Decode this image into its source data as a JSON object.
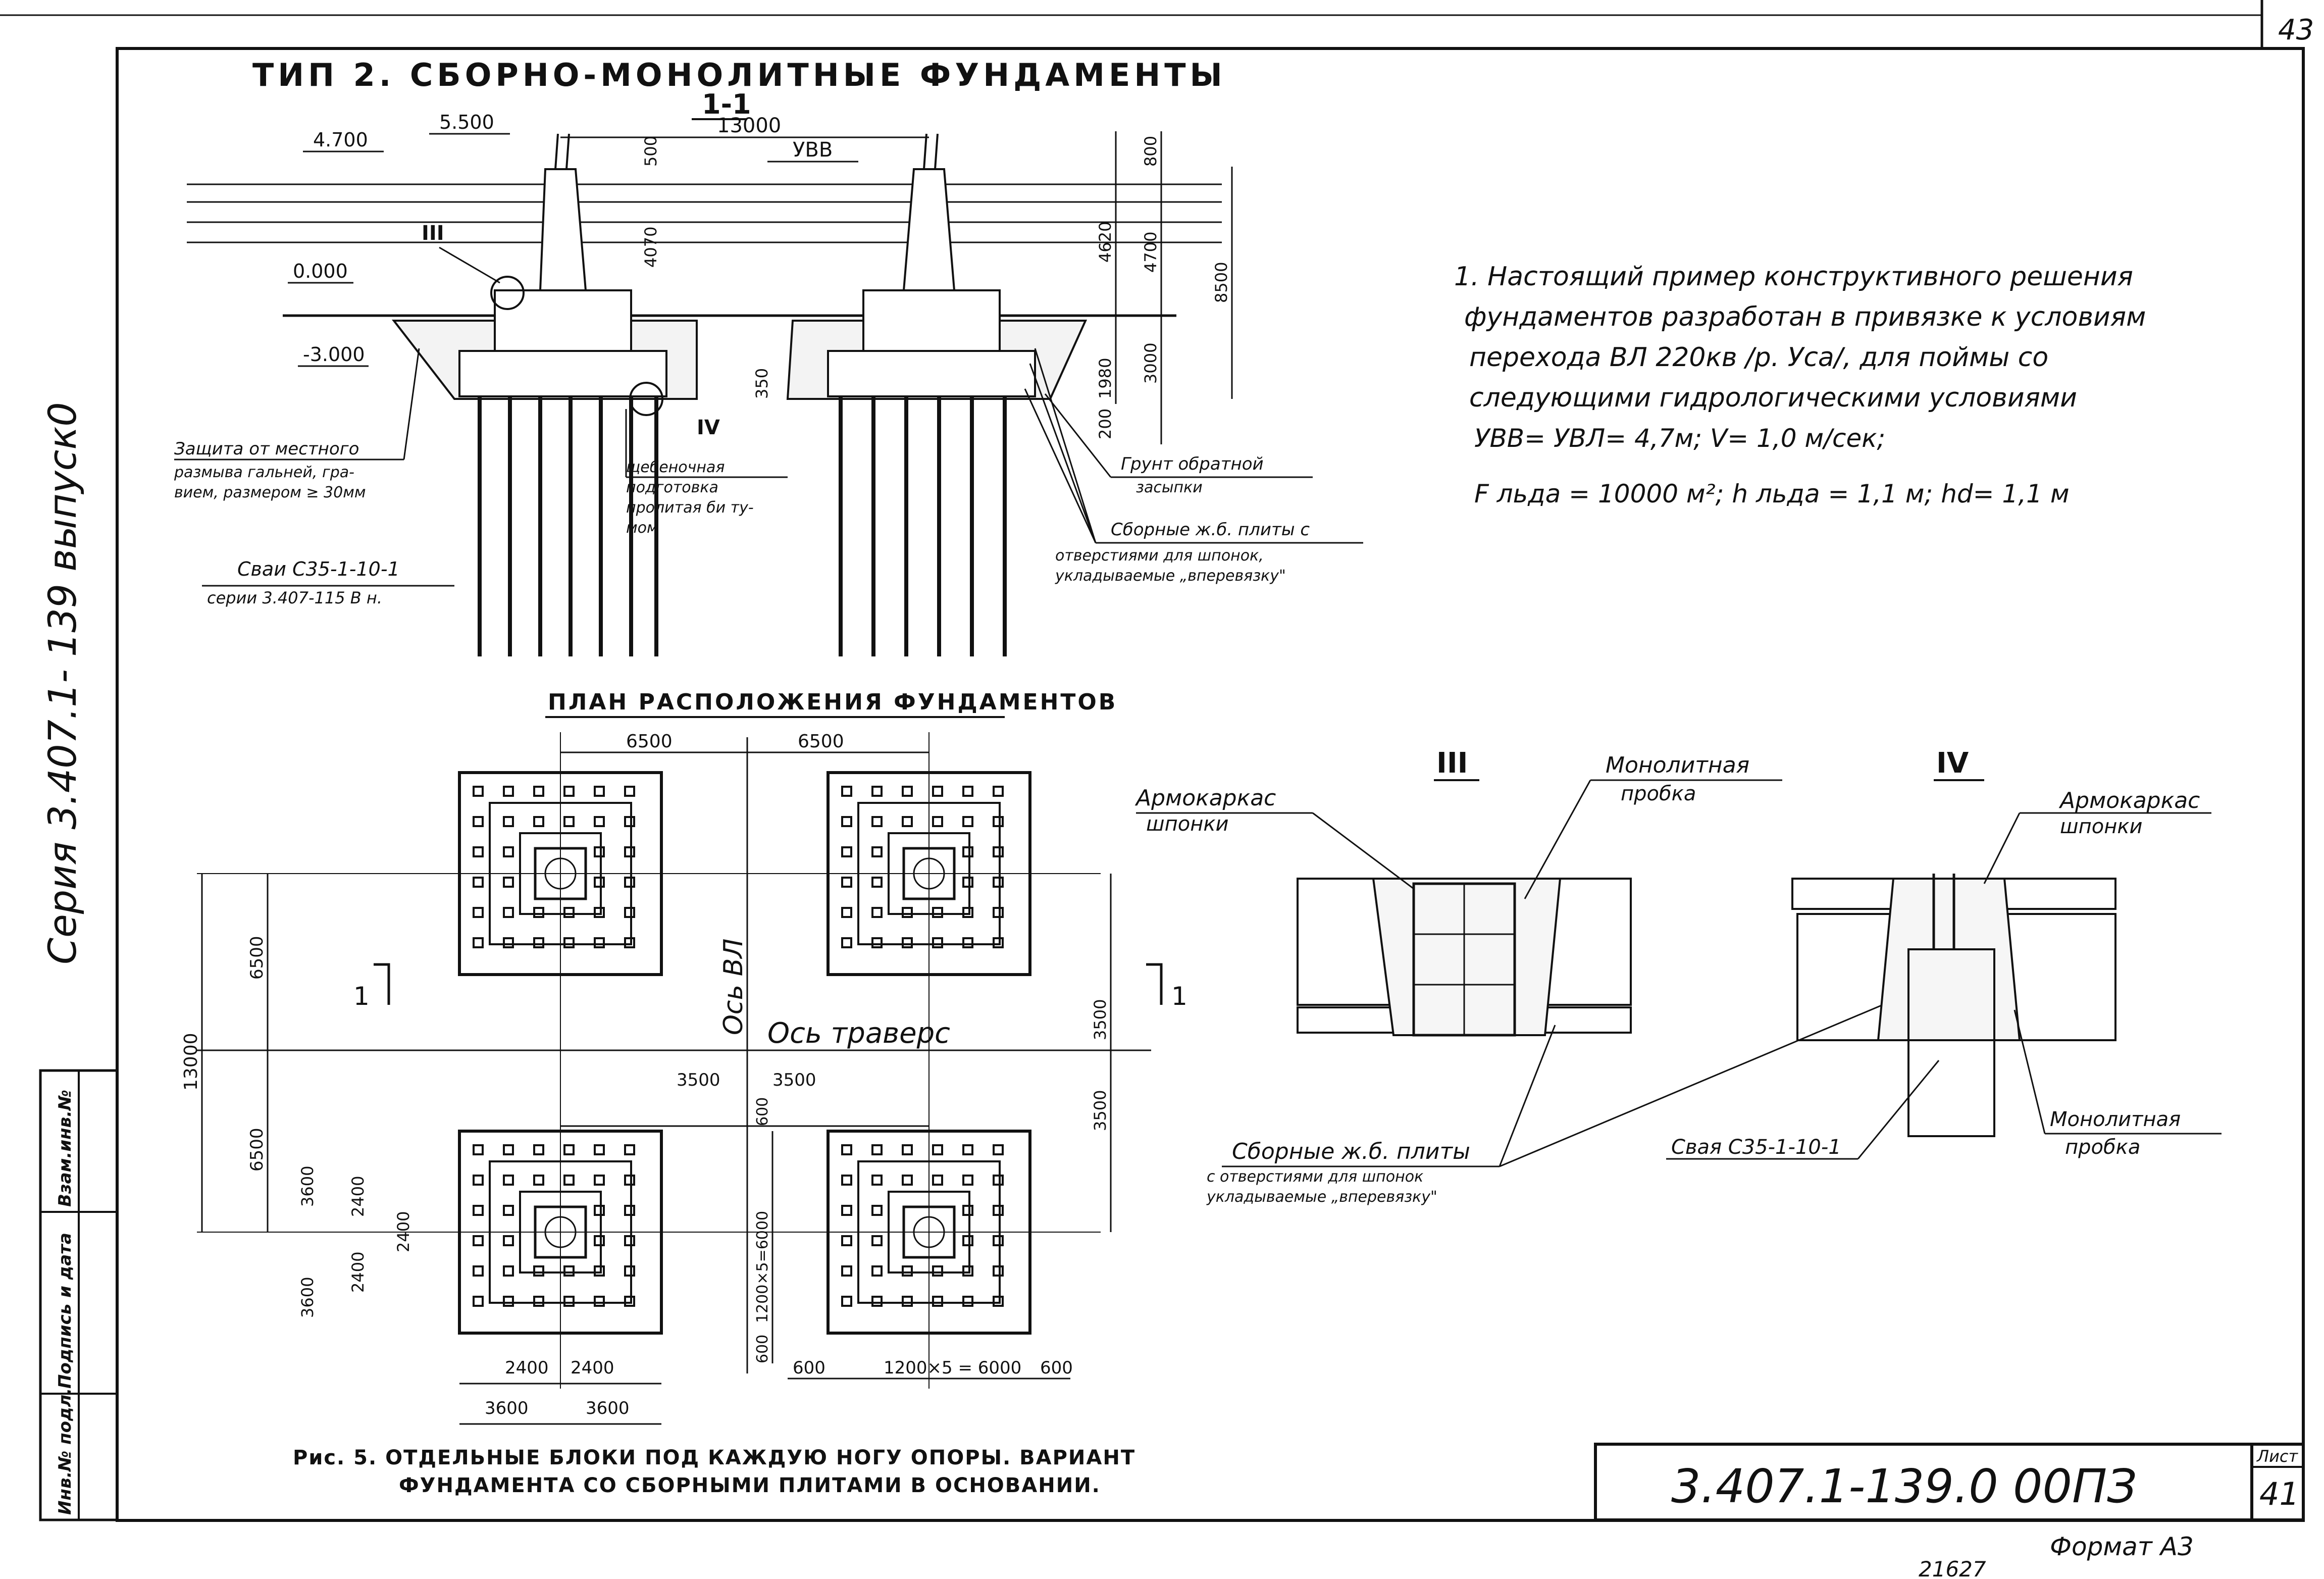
{
  "sheet": {
    "corner_page": "43",
    "title": "ТИП 2. СБОРНО-МОНОЛИТНЫЕ ФУНДАМЕНТЫ",
    "section_label": "1-1",
    "series_vertical": "Серия 3.407.1- 139 выпуск0",
    "format": "Формат А3",
    "archive_no": "21627",
    "colors": {
      "ink": "#111111",
      "paper": "#ffffff"
    }
  },
  "side_stamp": {
    "inv_podl": "Инв.№ подл.",
    "podpis_data": "Подпись и дата",
    "vzam_inv": "Взам.инв.№"
  },
  "section": {
    "dims": {
      "d13000": "13000",
      "d5500": "5.500",
      "d4700": "4.700",
      "d0000": "0.000",
      "dm3000": "-3.000",
      "uvv": "УВВ",
      "d500": "500",
      "d4070": "4070",
      "d350": "350",
      "d800": "800",
      "d4620": "4620",
      "d4700v": "4700",
      "d8500": "8500",
      "d1980": "1980",
      "d3000": "3000",
      "d200": "200"
    },
    "markers": {
      "iii": "III",
      "iv": "IV"
    },
    "callouts": {
      "zashchita": [
        "Защита от местного",
        "размыва гальней, гра-",
        "вием, размером ≥ 30мм"
      ],
      "shcheben": [
        "щебеночная",
        "подготовка",
        "пролитая би ту-",
        "мом"
      ],
      "grunt": [
        "Грунт обратной",
        "засыпки"
      ],
      "plity": [
        "Сборные ж.б. плиты с",
        "отверстиями для шпонок,",
        "укладываемые „вперевязку\""
      ],
      "svai": [
        "Сваи С35-1-10-1",
        "серии 3.407-115 В н."
      ]
    }
  },
  "notes": {
    "lines": [
      "1. Настоящий пример конструктивного решения",
      "фундаментов разработан в привязке к условиям",
      "перехода ВЛ 220кв /р. Уса/, для поймы со",
      "следующими гидрологическими условиями",
      "УВВ= УВЛ= 4,7м; V= 1,0 м/сек;",
      "F льда = 10000 м²; h льда = 1,1 м; hd= 1,1 м"
    ]
  },
  "plan": {
    "title": "ПЛАН РАСПОЛОЖЕНИЯ ФУНДАМЕНТОВ",
    "dims": {
      "d6500a": "6500",
      "d6500b": "6500",
      "d6500v": "6500",
      "d6500v2": "6500",
      "d13000v": "13000",
      "d3500a": "3500",
      "d3500b": "3500",
      "d3500v": "3500",
      "d3500v2": "3500",
      "d3600a": "3600",
      "d3600b": "3600",
      "d2400a": "2400",
      "d2400b": "2400",
      "d2400c": "2400",
      "d2400h1": "2400",
      "d2400h2": "2400",
      "d3600h1": "3600",
      "d3600h2": "3600",
      "d600a": "600",
      "d600b": "600",
      "d600c": "600",
      "d600d": "600",
      "d1200x5v": "1200×5=6000",
      "d1200x5h": "1200×5 = 6000"
    },
    "axis_vl": "Ось ВЛ",
    "axis_travers": "Ось траверс",
    "cut_mark": "1",
    "caption": [
      "Рис. 5.  ОТДЕЛЬНЫЕ БЛОКИ ПОД КАЖДУЮ НОГУ ОПОРЫ. ВАРИАНТ",
      "ФУНДАМЕНТА СО СБОРНЫМИ ПЛИТАМИ В ОСНОВАНИИ."
    ]
  },
  "detail_iii": {
    "label": "III",
    "armokarkas": [
      "Армокаркас",
      "шпонки"
    ],
    "monolit": [
      "Монолитная",
      "пробка"
    ],
    "plity": [
      "Сборные ж.б. плиты",
      "с отверстиями для шпонок",
      "укладываемые „вперевязку\""
    ]
  },
  "detail_iv": {
    "label": "IV",
    "armokarkas": [
      "Армокаркас",
      "шпонки"
    ],
    "monolit": [
      "Монолитная",
      "пробка"
    ],
    "svaya": "Свая С35-1-10-1"
  },
  "title_block": {
    "designation": "3.407.1-139.0 00ПЗ",
    "list_label": "Лист",
    "list_no": "41"
  }
}
